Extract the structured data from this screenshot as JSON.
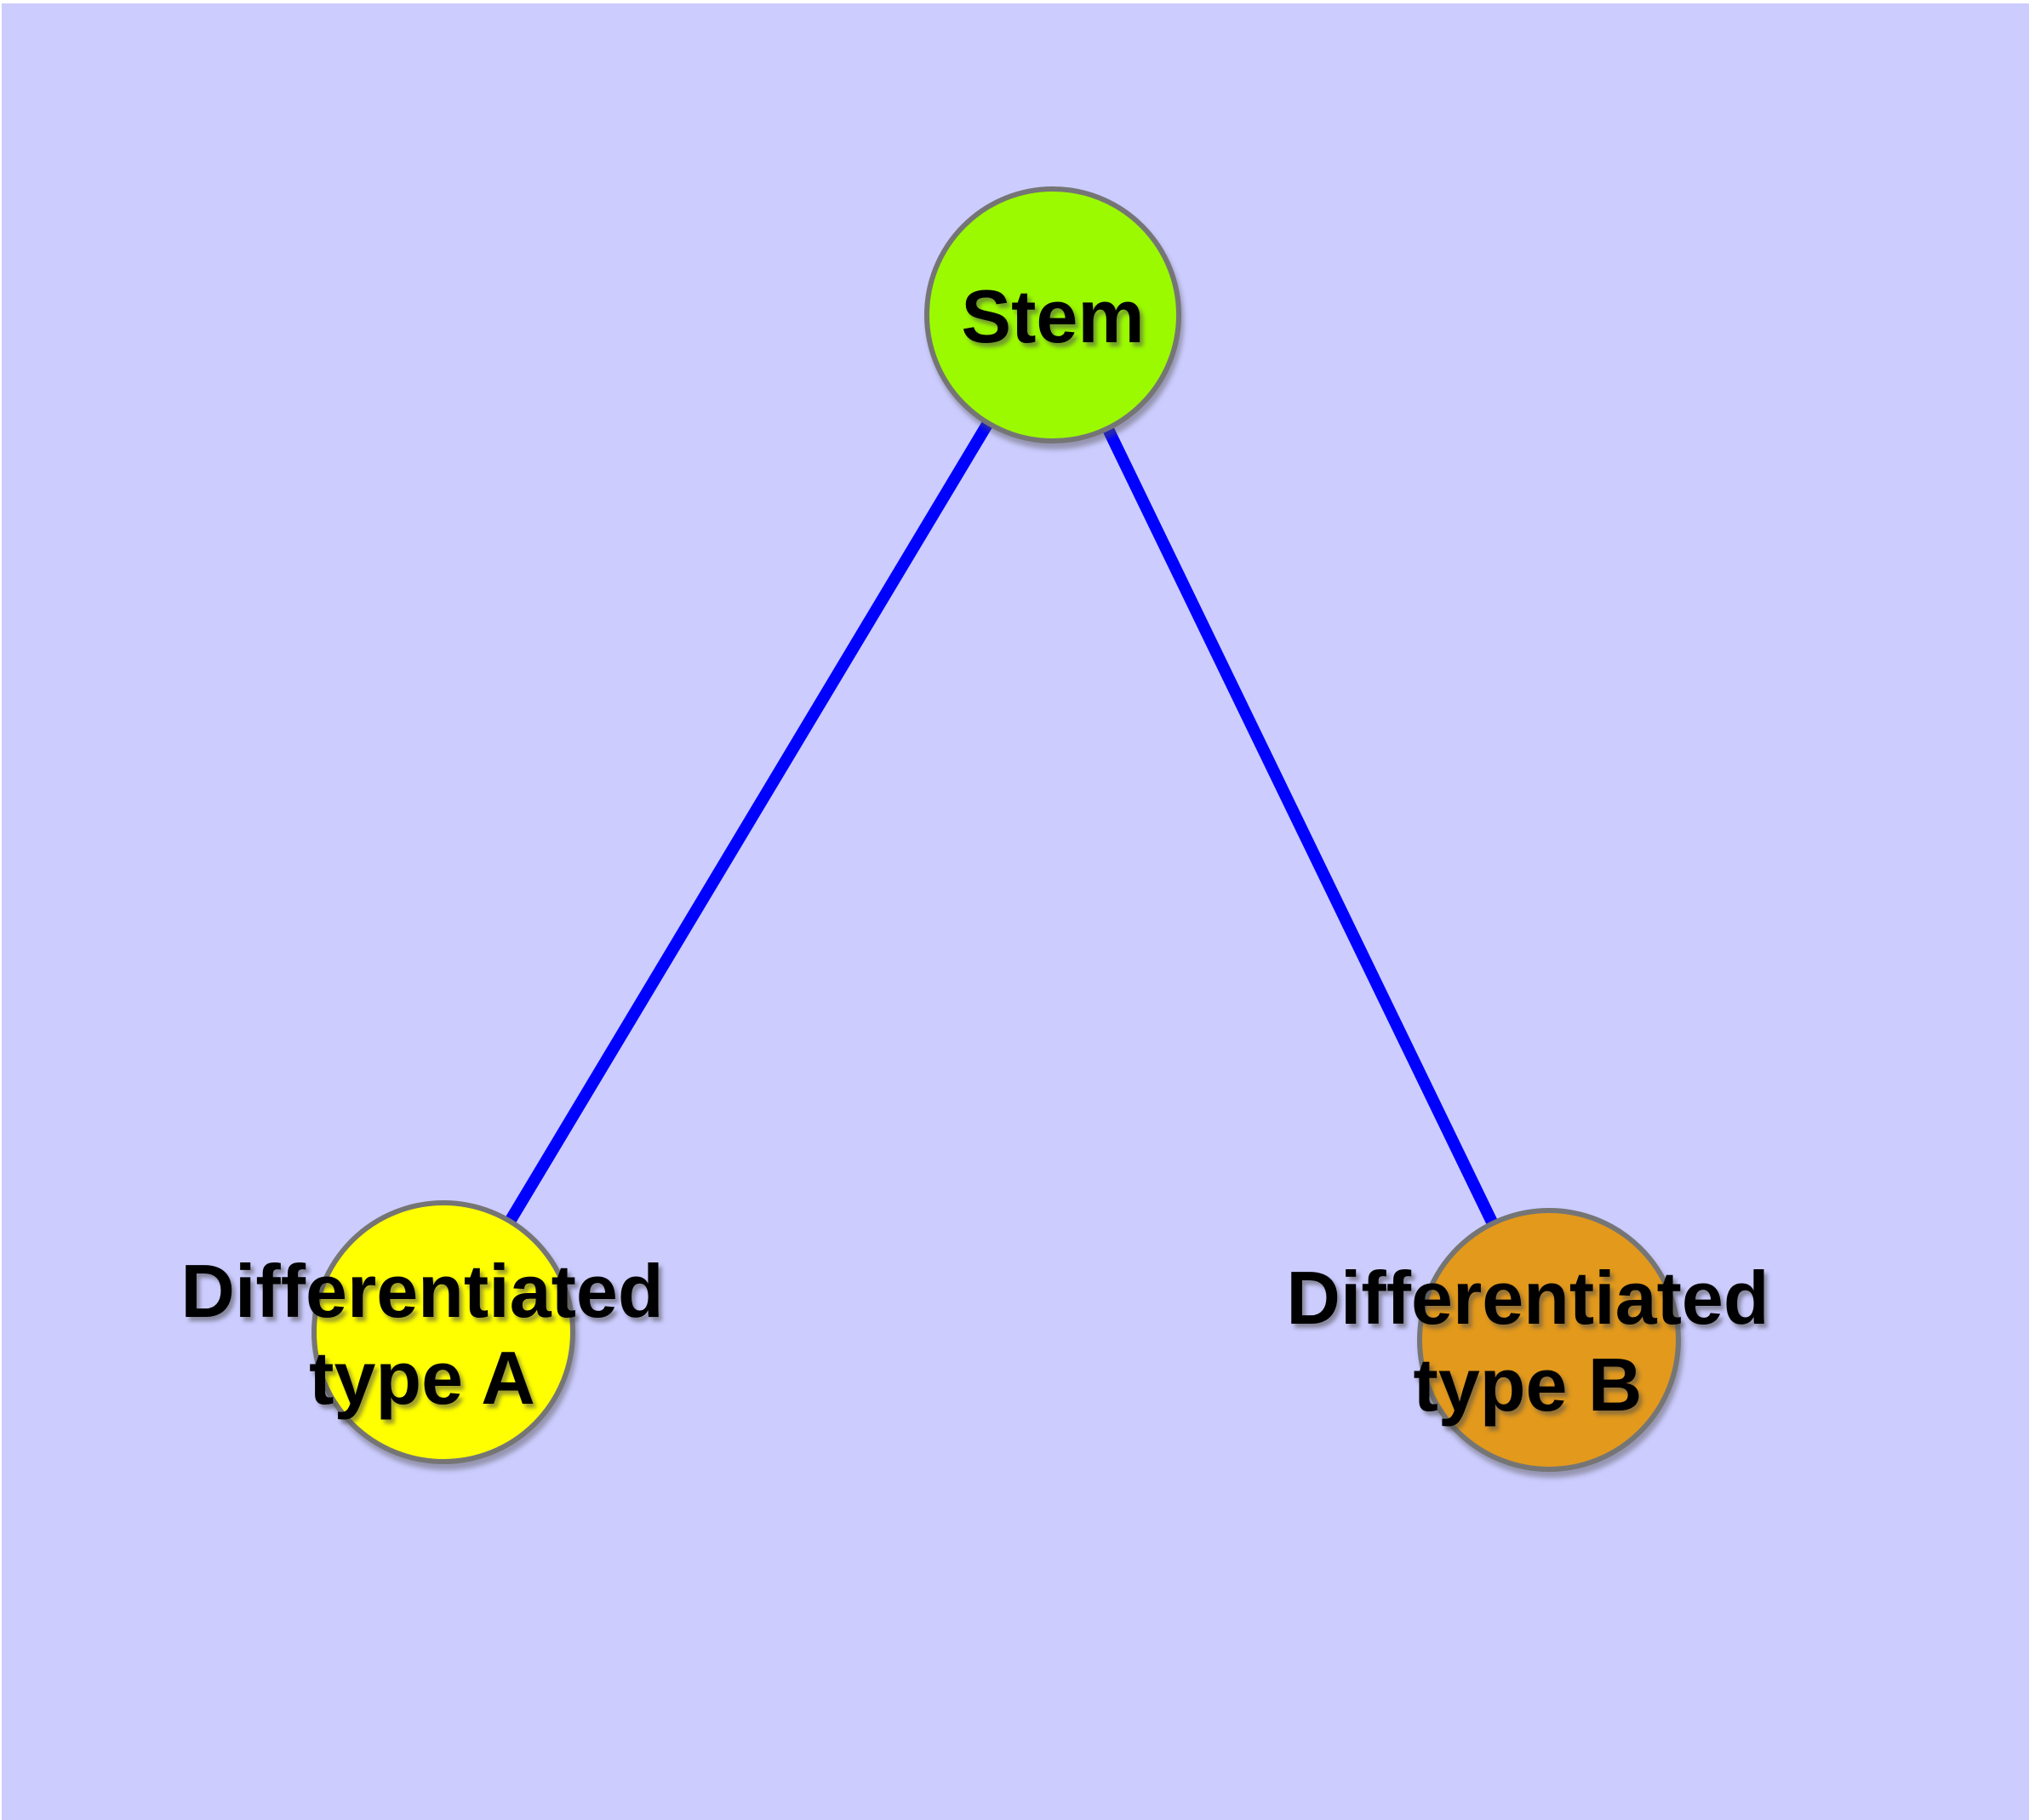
{
  "colors": {
    "background": "#CCCCFF",
    "margin": "#FFFFFF",
    "edge": "#0000FF",
    "node_border": "#757575",
    "label_text": "#000000"
  },
  "nodes": {
    "stem": {
      "label": "Stem",
      "fill": "#9BFA00"
    },
    "type_a": {
      "label_line1": "Differentiated",
      "label_line2": "type A",
      "fill": "#FFFF00"
    },
    "type_b": {
      "label_line1": "Differentiated",
      "label_line2": "type B",
      "fill": "#E2991F"
    }
  },
  "edges": [
    {
      "from": "Stem",
      "to": "Differentiated type A"
    },
    {
      "from": "Stem",
      "to": "Differentiated type B"
    }
  ]
}
